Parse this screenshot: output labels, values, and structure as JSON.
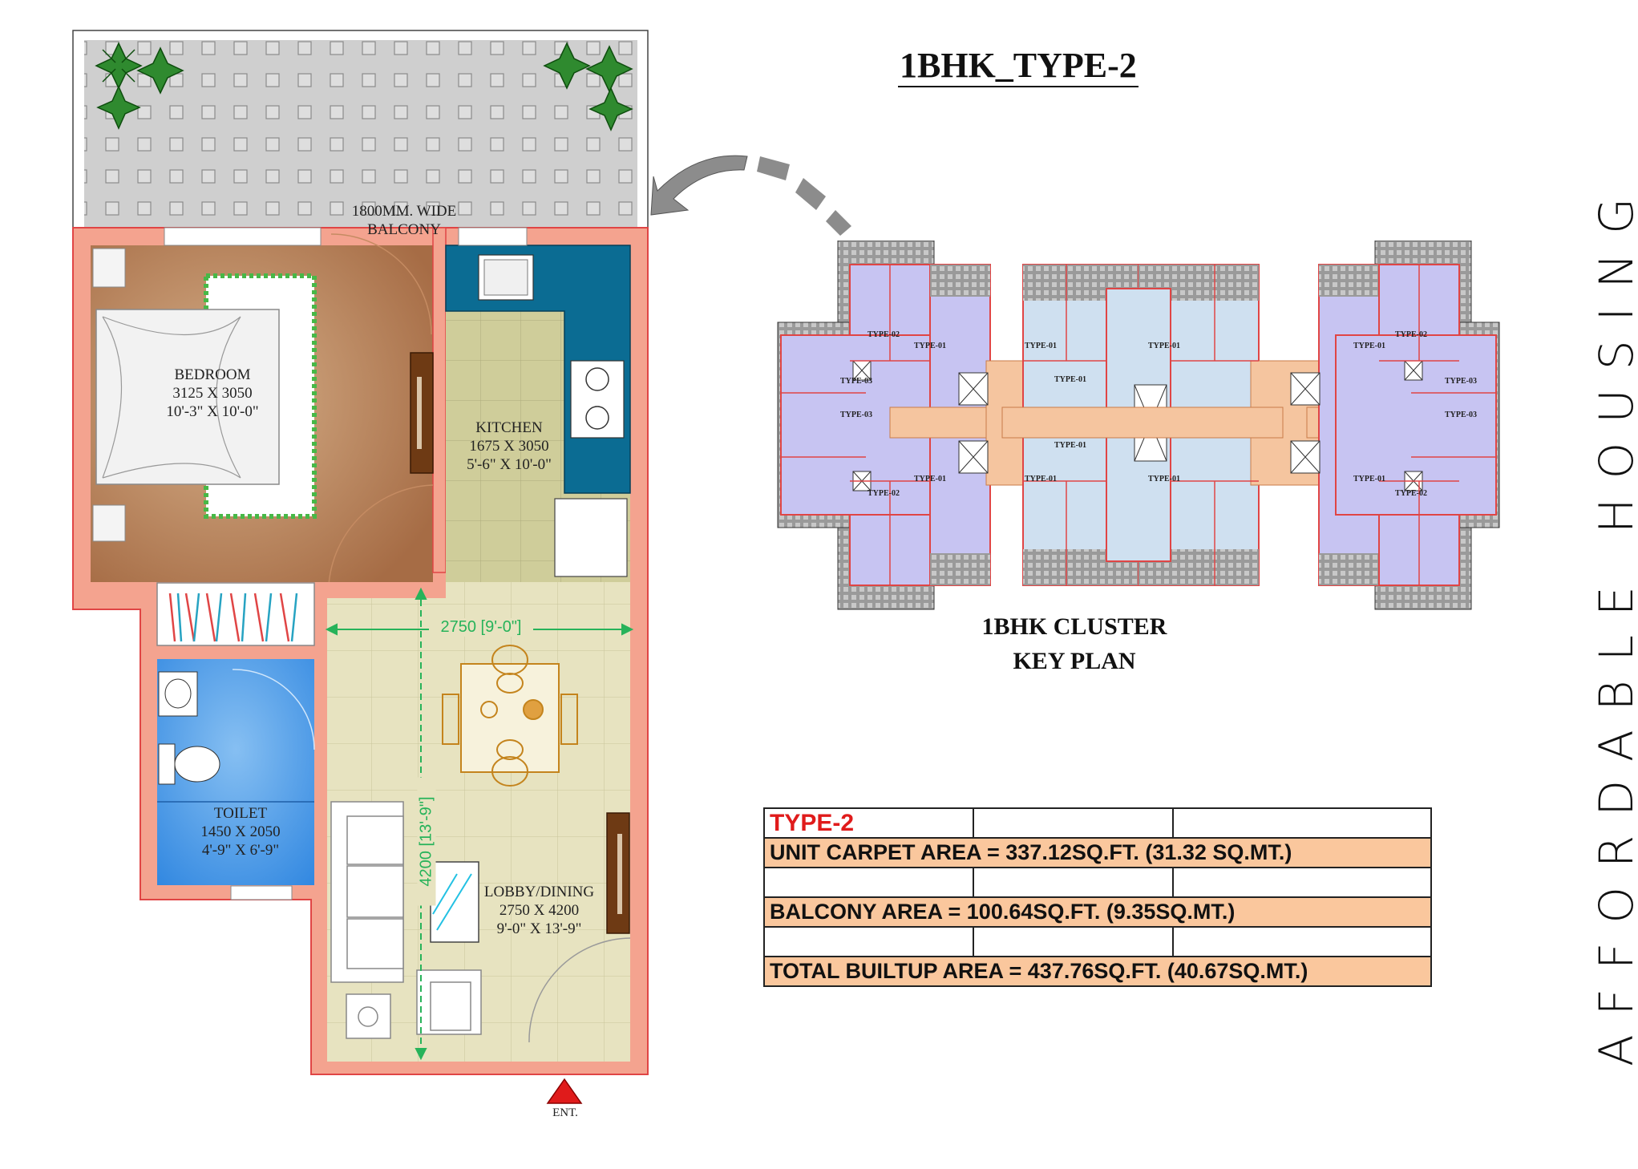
{
  "title": "1BHK_TYPE-2",
  "side_heading": "AFFORDABLE HOUSING",
  "plan": {
    "balcony": "1800MM. WIDE BALCONY",
    "bedroom": {
      "name": "BEDROOM",
      "mm": "3125 X 3050",
      "ft": "10'-3\" X 10'-0\""
    },
    "kitchen": {
      "name": "KITCHEN",
      "mm": "1675 X 3050",
      "ft": "5'-6\" X 10'-0\""
    },
    "toilet": {
      "name": "TOILET",
      "mm": "1450 X 2050",
      "ft": "4'-9\" X 6'-9\""
    },
    "lobby": {
      "name": "LOBBY/DINING",
      "mm": "2750 X 4200",
      "ft": "9'-0\" X 13'-9\""
    },
    "dim_width": "2750 [9'-0\"]",
    "dim_height": "4200 [13'-9\"]",
    "entrance": "ENT."
  },
  "key_plan": {
    "title_line1": "1BHK CLUSTER",
    "title_line2": "KEY PLAN",
    "unit_labels": [
      "TYPE-02",
      "TYPE-01",
      "TYPE-03",
      "TYPE-03",
      "TYPE-01",
      "TYPE-02",
      "TYPE-01",
      "TYPE-01",
      "TYPE-01",
      "TYPE-01",
      "TYPE-01",
      "TYPE-01",
      "TYPE-01",
      "TYPE-01",
      "TYPE-02",
      "TYPE-02",
      "TYPE-03",
      "TYPE-03"
    ]
  },
  "areas": {
    "type": "TYPE-2",
    "carpet": "UNIT CARPET AREA = 337.12SQ.FT. (31.32 SQ.MT.)",
    "balcony": "BALCONY AREA = 100.64SQ.FT. (9.35SQ.MT.)",
    "builtup": "TOTAL BUILTUP AREA = 437.76SQ.FT. (40.67SQ.MT.)"
  },
  "colors": {
    "wall": "#f4a38f",
    "wall_line": "#e04545",
    "bedroom_floor": "#b77e55",
    "kitchen_counter": "#0b6c93",
    "toilet": "#3d8fe2",
    "lobby_floor": "#eae6c2",
    "balcony": "#c8c8c8",
    "keyplan_unit": "#c7c4f2",
    "area_row": "#fac79d"
  }
}
